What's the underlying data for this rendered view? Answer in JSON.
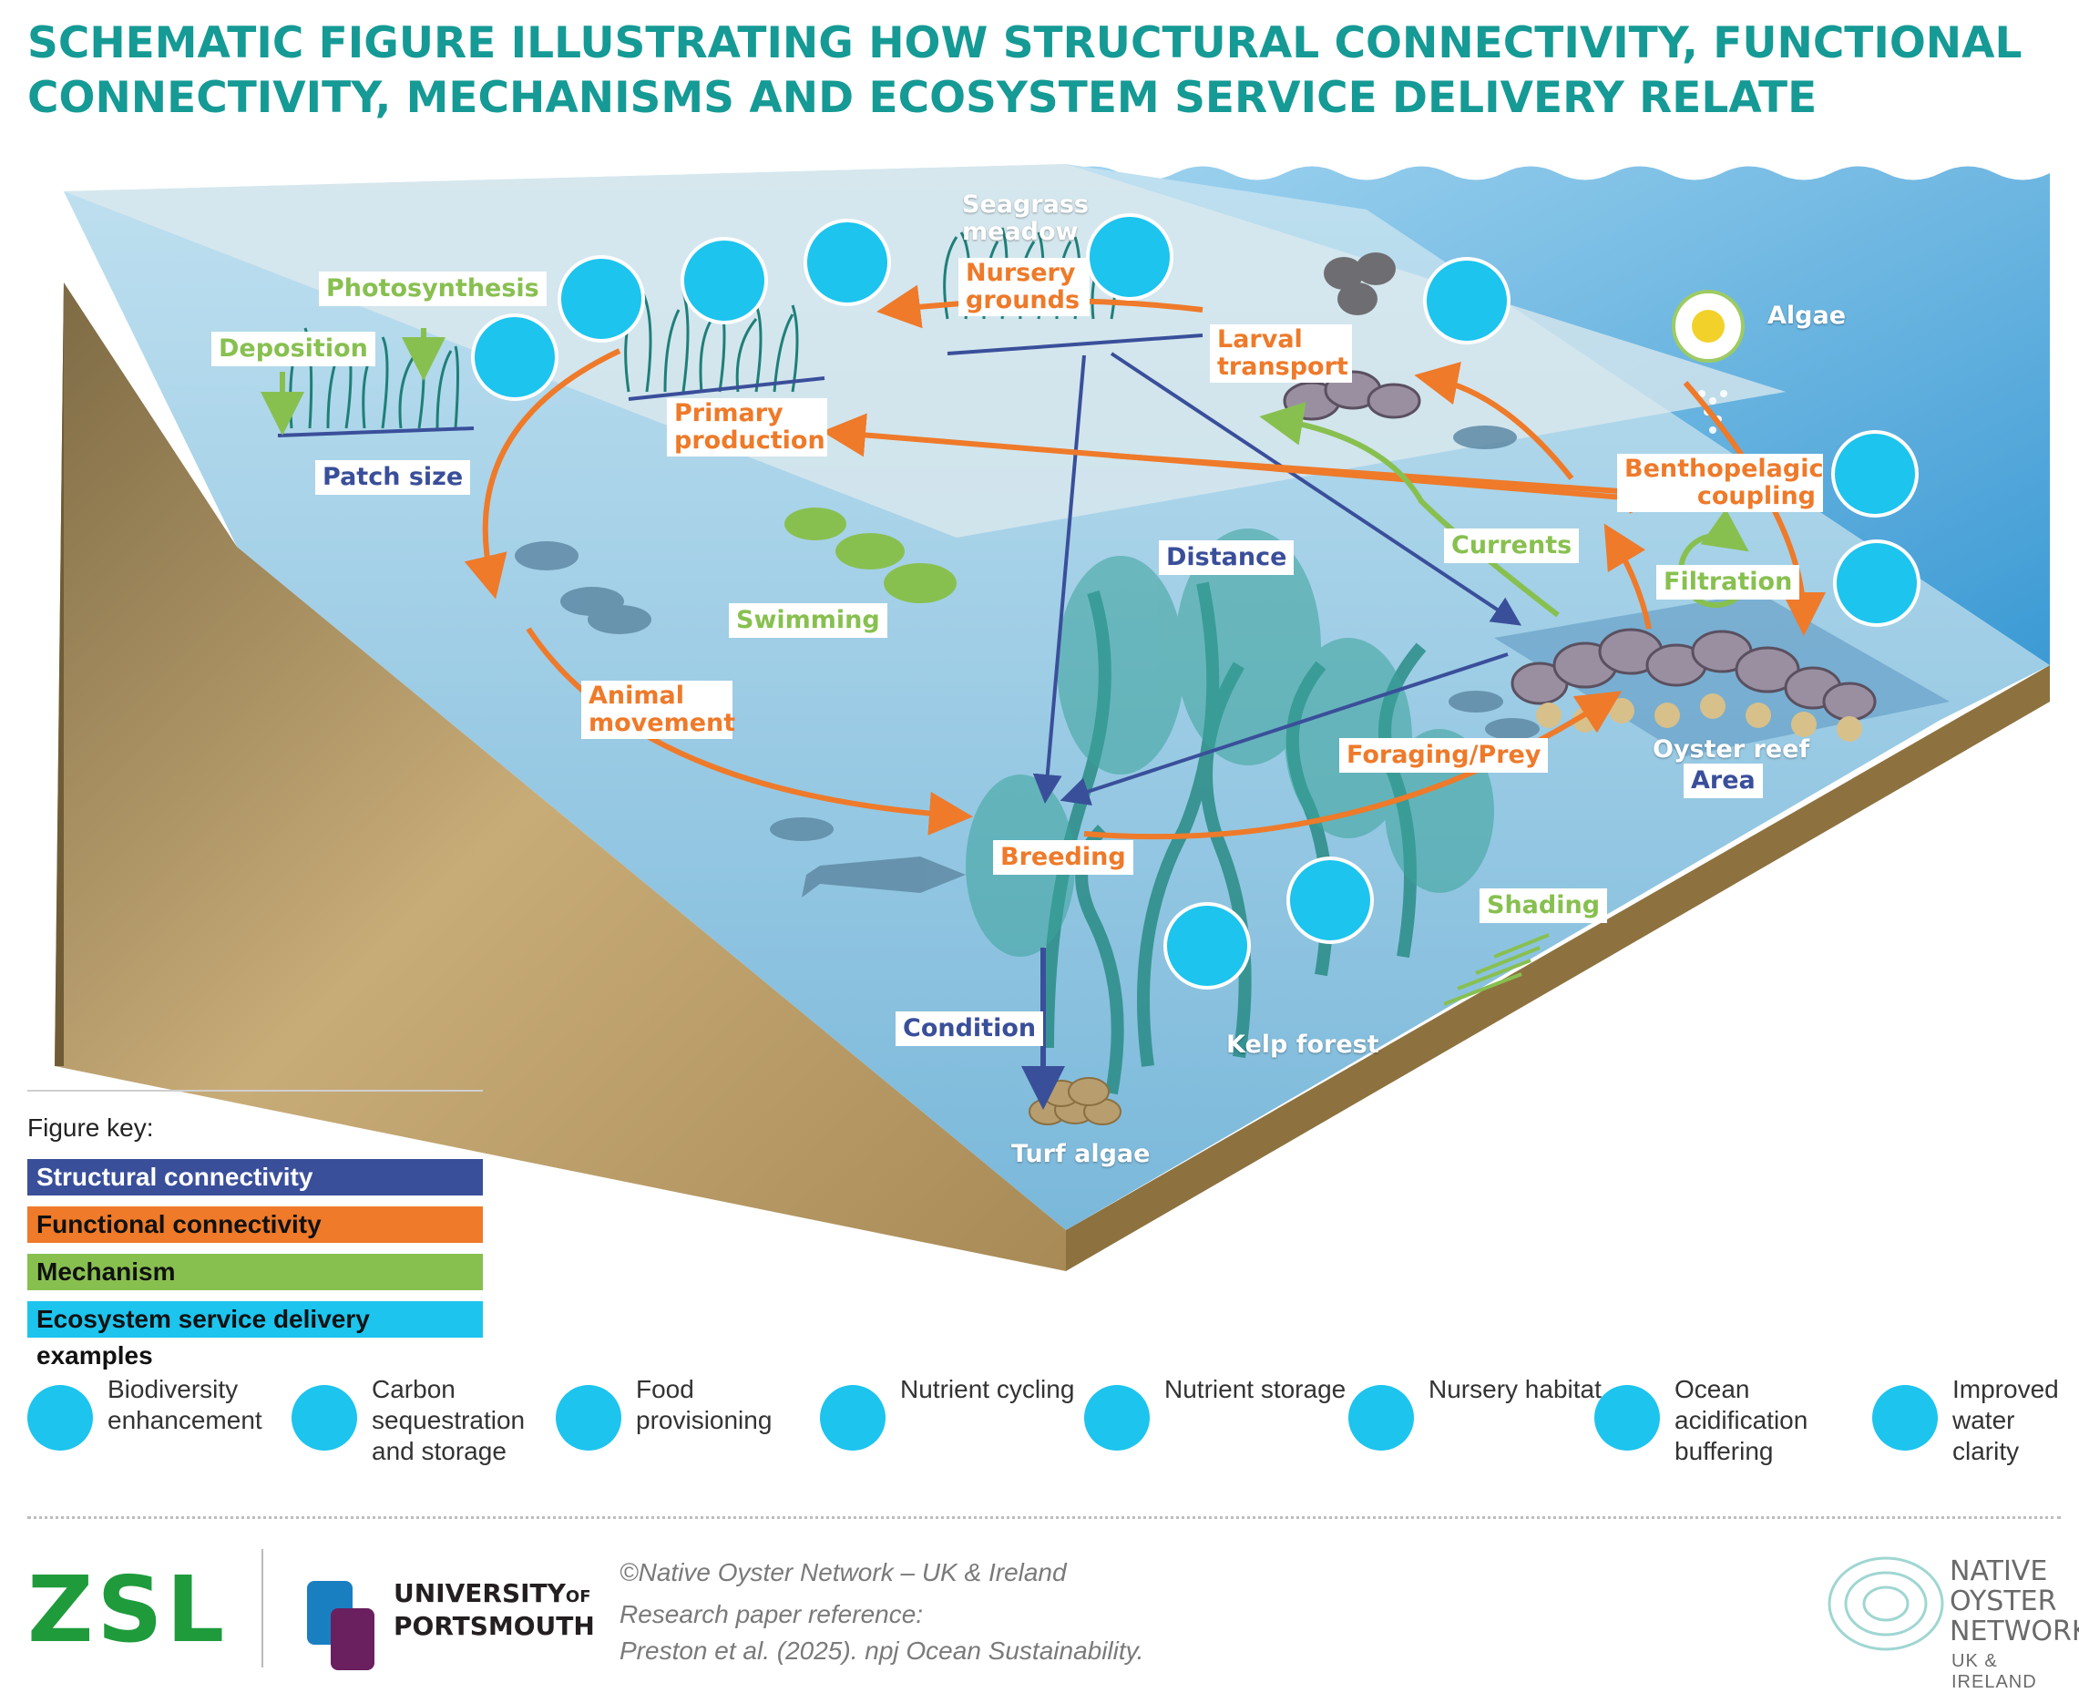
{
  "title": "Schematic figure illustrating how structural connectivity, functional connectivity, mechanisms and ecosystem service delivery relate",
  "colors": {
    "structural": "#3a4f9a",
    "functional": "#ee7a2a",
    "mechanism": "#88c050",
    "ecosystem": "#1cc4ee",
    "title": "#159a95"
  },
  "labels": {
    "seagrass_meadow": "Seagrass meadow",
    "photosynthesis": "Photosynthesis",
    "deposition": "Deposition",
    "patch_size": "Patch size",
    "nursery_grounds": "Nursery grounds",
    "primary_production": "Primary production",
    "larval_transport": "Larval transport",
    "algae": "Algae",
    "benthopelagic_coupling": "Benthopelagic coupling",
    "currents": "Currents",
    "filtration": "Filtration",
    "distance": "Distance",
    "swimming": "Swimming",
    "animal_movement": "Animal movement",
    "oyster_reef": "Oyster reef",
    "area": "Area",
    "foraging_prey": "Foraging/Prey",
    "breeding": "Breeding",
    "shading": "Shading",
    "condition": "Condition",
    "kelp_forest": "Kelp forest",
    "turf_algae": "Turf algae"
  },
  "key": {
    "title": "Figure key:",
    "items": [
      {
        "label": "Structural connectivity",
        "color": "#3a4f9a"
      },
      {
        "label": "Functional connectivity",
        "color": "#ee7a2a"
      },
      {
        "label": "Mechanism",
        "color": "#88c050"
      },
      {
        "label": "Ecosystem service delivery examples",
        "color": "#1cc4ee"
      }
    ]
  },
  "services": [
    {
      "icon": "biodiversity-icon",
      "label": "Biodiversity enhancement"
    },
    {
      "icon": "carbon-icon",
      "label": "Carbon sequestration and storage"
    },
    {
      "icon": "food-icon",
      "label": "Food provisioning"
    },
    {
      "icon": "nutrient-cycling-icon",
      "label": "Nutrient cycling"
    },
    {
      "icon": "nutrient-storage-icon",
      "label": "Nutrient storage"
    },
    {
      "icon": "nursery-icon",
      "label": "Nursery habitat"
    },
    {
      "icon": "acidification-icon",
      "label": "Ocean acidification buffering"
    },
    {
      "icon": "water-clarity-icon",
      "label": "Improved water clarity"
    }
  ],
  "footer": {
    "copyright": "©Native Oyster Network – UK & Ireland",
    "ref_label": "Research paper reference:",
    "ref": "Preston et al. (2025). npj Ocean Sustainability.",
    "zsl": "ZSL",
    "university_line1": "UNIVERSITY",
    "university_of": "OF",
    "university_line2": "PORTSMOUTH",
    "non_line1": "NATIVE",
    "non_line2": "OYSTER",
    "non_line3": "NETWORK",
    "non_sub": "UK & IRELAND"
  }
}
